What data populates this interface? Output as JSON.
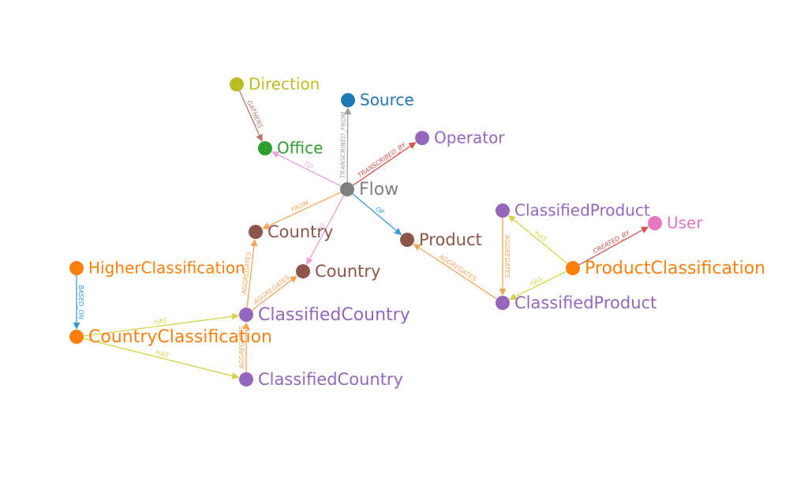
{
  "colors": {
    "Flow": "#7f7f7f",
    "Source": "#1f77b4",
    "Direction": "#bcbd22",
    "Office": "#2ca02c",
    "Operator": "#9467bd",
    "Country": "#8c564b",
    "Product": "#8c564b",
    "ClassifiedCountry": "#9467bd",
    "ClassifiedProduct": "#9467bd",
    "HigherClassification": "#ff7f0e",
    "CountryClassification": "#ff7f0e",
    "ProductClassification": "#ff7f0e",
    "User": "#e377c2"
  },
  "nodes": [
    {
      "id": "flow",
      "label": "Flow",
      "type": "Flow"
    },
    {
      "id": "source",
      "label": "Source",
      "type": "Source"
    },
    {
      "id": "direction",
      "label": "Direction",
      "type": "Direction"
    },
    {
      "id": "office",
      "label": "Office",
      "type": "Office"
    },
    {
      "id": "operator",
      "label": "Operator",
      "type": "Operator"
    },
    {
      "id": "country1",
      "label": "Country",
      "type": "Country"
    },
    {
      "id": "country2",
      "label": "Country",
      "type": "Country"
    },
    {
      "id": "product",
      "label": "Product",
      "type": "Product"
    },
    {
      "id": "higher",
      "label": "HigherClassification",
      "type": "HigherClassification"
    },
    {
      "id": "countryclass",
      "label": "CountryClassification",
      "type": "CountryClassification"
    },
    {
      "id": "cc1",
      "label": "ClassifiedCountry",
      "type": "ClassifiedCountry"
    },
    {
      "id": "cc2",
      "label": "ClassifiedCountry",
      "type": "ClassifiedCountry"
    },
    {
      "id": "cp1",
      "label": "ClassifiedProduct",
      "type": "ClassifiedProduct"
    },
    {
      "id": "cp2",
      "label": "ClassifiedProduct",
      "type": "ClassifiedProduct"
    },
    {
      "id": "prodclass",
      "label": "ProductClassification",
      "type": "ProductClassification"
    },
    {
      "id": "user",
      "label": "User",
      "type": "User"
    }
  ],
  "edges": [
    {
      "from": "flow",
      "to": "source",
      "label": "TRANSCRIBED_FROM",
      "color": "#a0a0a0"
    },
    {
      "from": "flow",
      "to": "operator",
      "label": "TRANSCRIBED_BY",
      "color": "#d9534f"
    },
    {
      "from": "direction",
      "to": "office",
      "label": "GATHERS",
      "color": "#b5796a"
    },
    {
      "from": "flow",
      "to": "office",
      "label": "TO",
      "color": "#e8a0d8"
    },
    {
      "from": "flow",
      "to": "country1",
      "label": "FROM",
      "color": "#f5a55a"
    },
    {
      "from": "flow",
      "to": "country2",
      "label": "TO",
      "color": "#e8a0d8"
    },
    {
      "from": "flow",
      "to": "product",
      "label": "OF",
      "color": "#3a9ad9"
    },
    {
      "from": "cc1",
      "to": "country1",
      "label": "AGGREGATES",
      "color": "#f5a55a"
    },
    {
      "from": "cc1",
      "to": "country2",
      "label": "AGGREGATES",
      "color": "#f5a55a"
    },
    {
      "from": "cc2",
      "to": "cc1",
      "label": "AGGREGATES",
      "color": "#f5a55a"
    },
    {
      "from": "higher",
      "to": "countryclass",
      "label": "BASED_ON",
      "color": "#3a9ad9"
    },
    {
      "from": "countryclass",
      "to": "cc1",
      "label": "HAS",
      "color": "#d4d44a"
    },
    {
      "from": "countryclass",
      "to": "cc2",
      "label": "HAS",
      "color": "#d4d44a"
    },
    {
      "from": "cp2",
      "to": "product",
      "label": "AGGREGATES",
      "color": "#f5a55a"
    },
    {
      "from": "cp1",
      "to": "cp2",
      "label": "AGGREGATES",
      "color": "#f5a55a"
    },
    {
      "from": "prodclass",
      "to": "cp1",
      "label": "HAS",
      "color": "#d4d44a"
    },
    {
      "from": "prodclass",
      "to": "cp2",
      "label": "HAS",
      "color": "#d4d44a"
    },
    {
      "from": "prodclass",
      "to": "user",
      "label": "CREATED_BY",
      "color": "#d9534f"
    }
  ]
}
